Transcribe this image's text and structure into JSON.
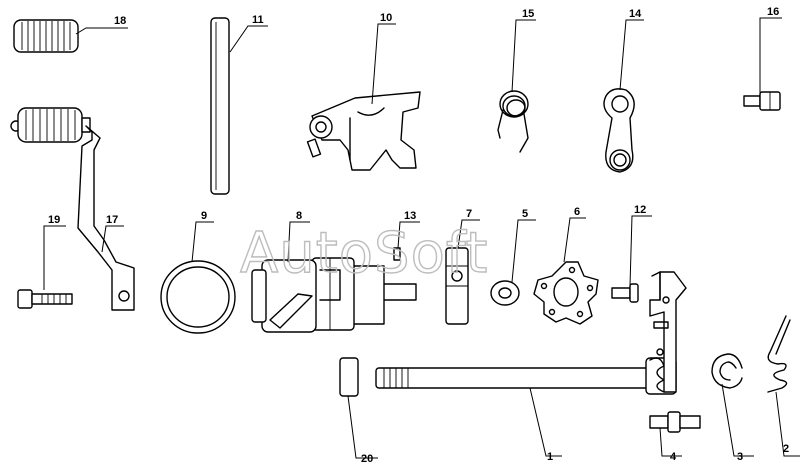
{
  "watermark": "AutoSoft",
  "callouts": [
    {
      "id": "c1",
      "label": "1"
    },
    {
      "id": "c2",
      "label": "2"
    },
    {
      "id": "c3",
      "label": "3"
    },
    {
      "id": "c4",
      "label": "4"
    },
    {
      "id": "c5",
      "label": "5"
    },
    {
      "id": "c6",
      "label": "6"
    },
    {
      "id": "c7",
      "label": "7"
    },
    {
      "id": "c8",
      "label": "8"
    },
    {
      "id": "c9",
      "label": "9"
    },
    {
      "id": "c10",
      "label": "10"
    },
    {
      "id": "c11",
      "label": "11"
    },
    {
      "id": "c12",
      "label": "12"
    },
    {
      "id": "c13",
      "label": "13"
    },
    {
      "id": "c14",
      "label": "14"
    },
    {
      "id": "c15",
      "label": "15"
    },
    {
      "id": "c16",
      "label": "16"
    },
    {
      "id": "c17",
      "label": "17"
    },
    {
      "id": "c18",
      "label": "18"
    },
    {
      "id": "c19",
      "label": "19"
    },
    {
      "id": "c20",
      "label": "20"
    }
  ]
}
